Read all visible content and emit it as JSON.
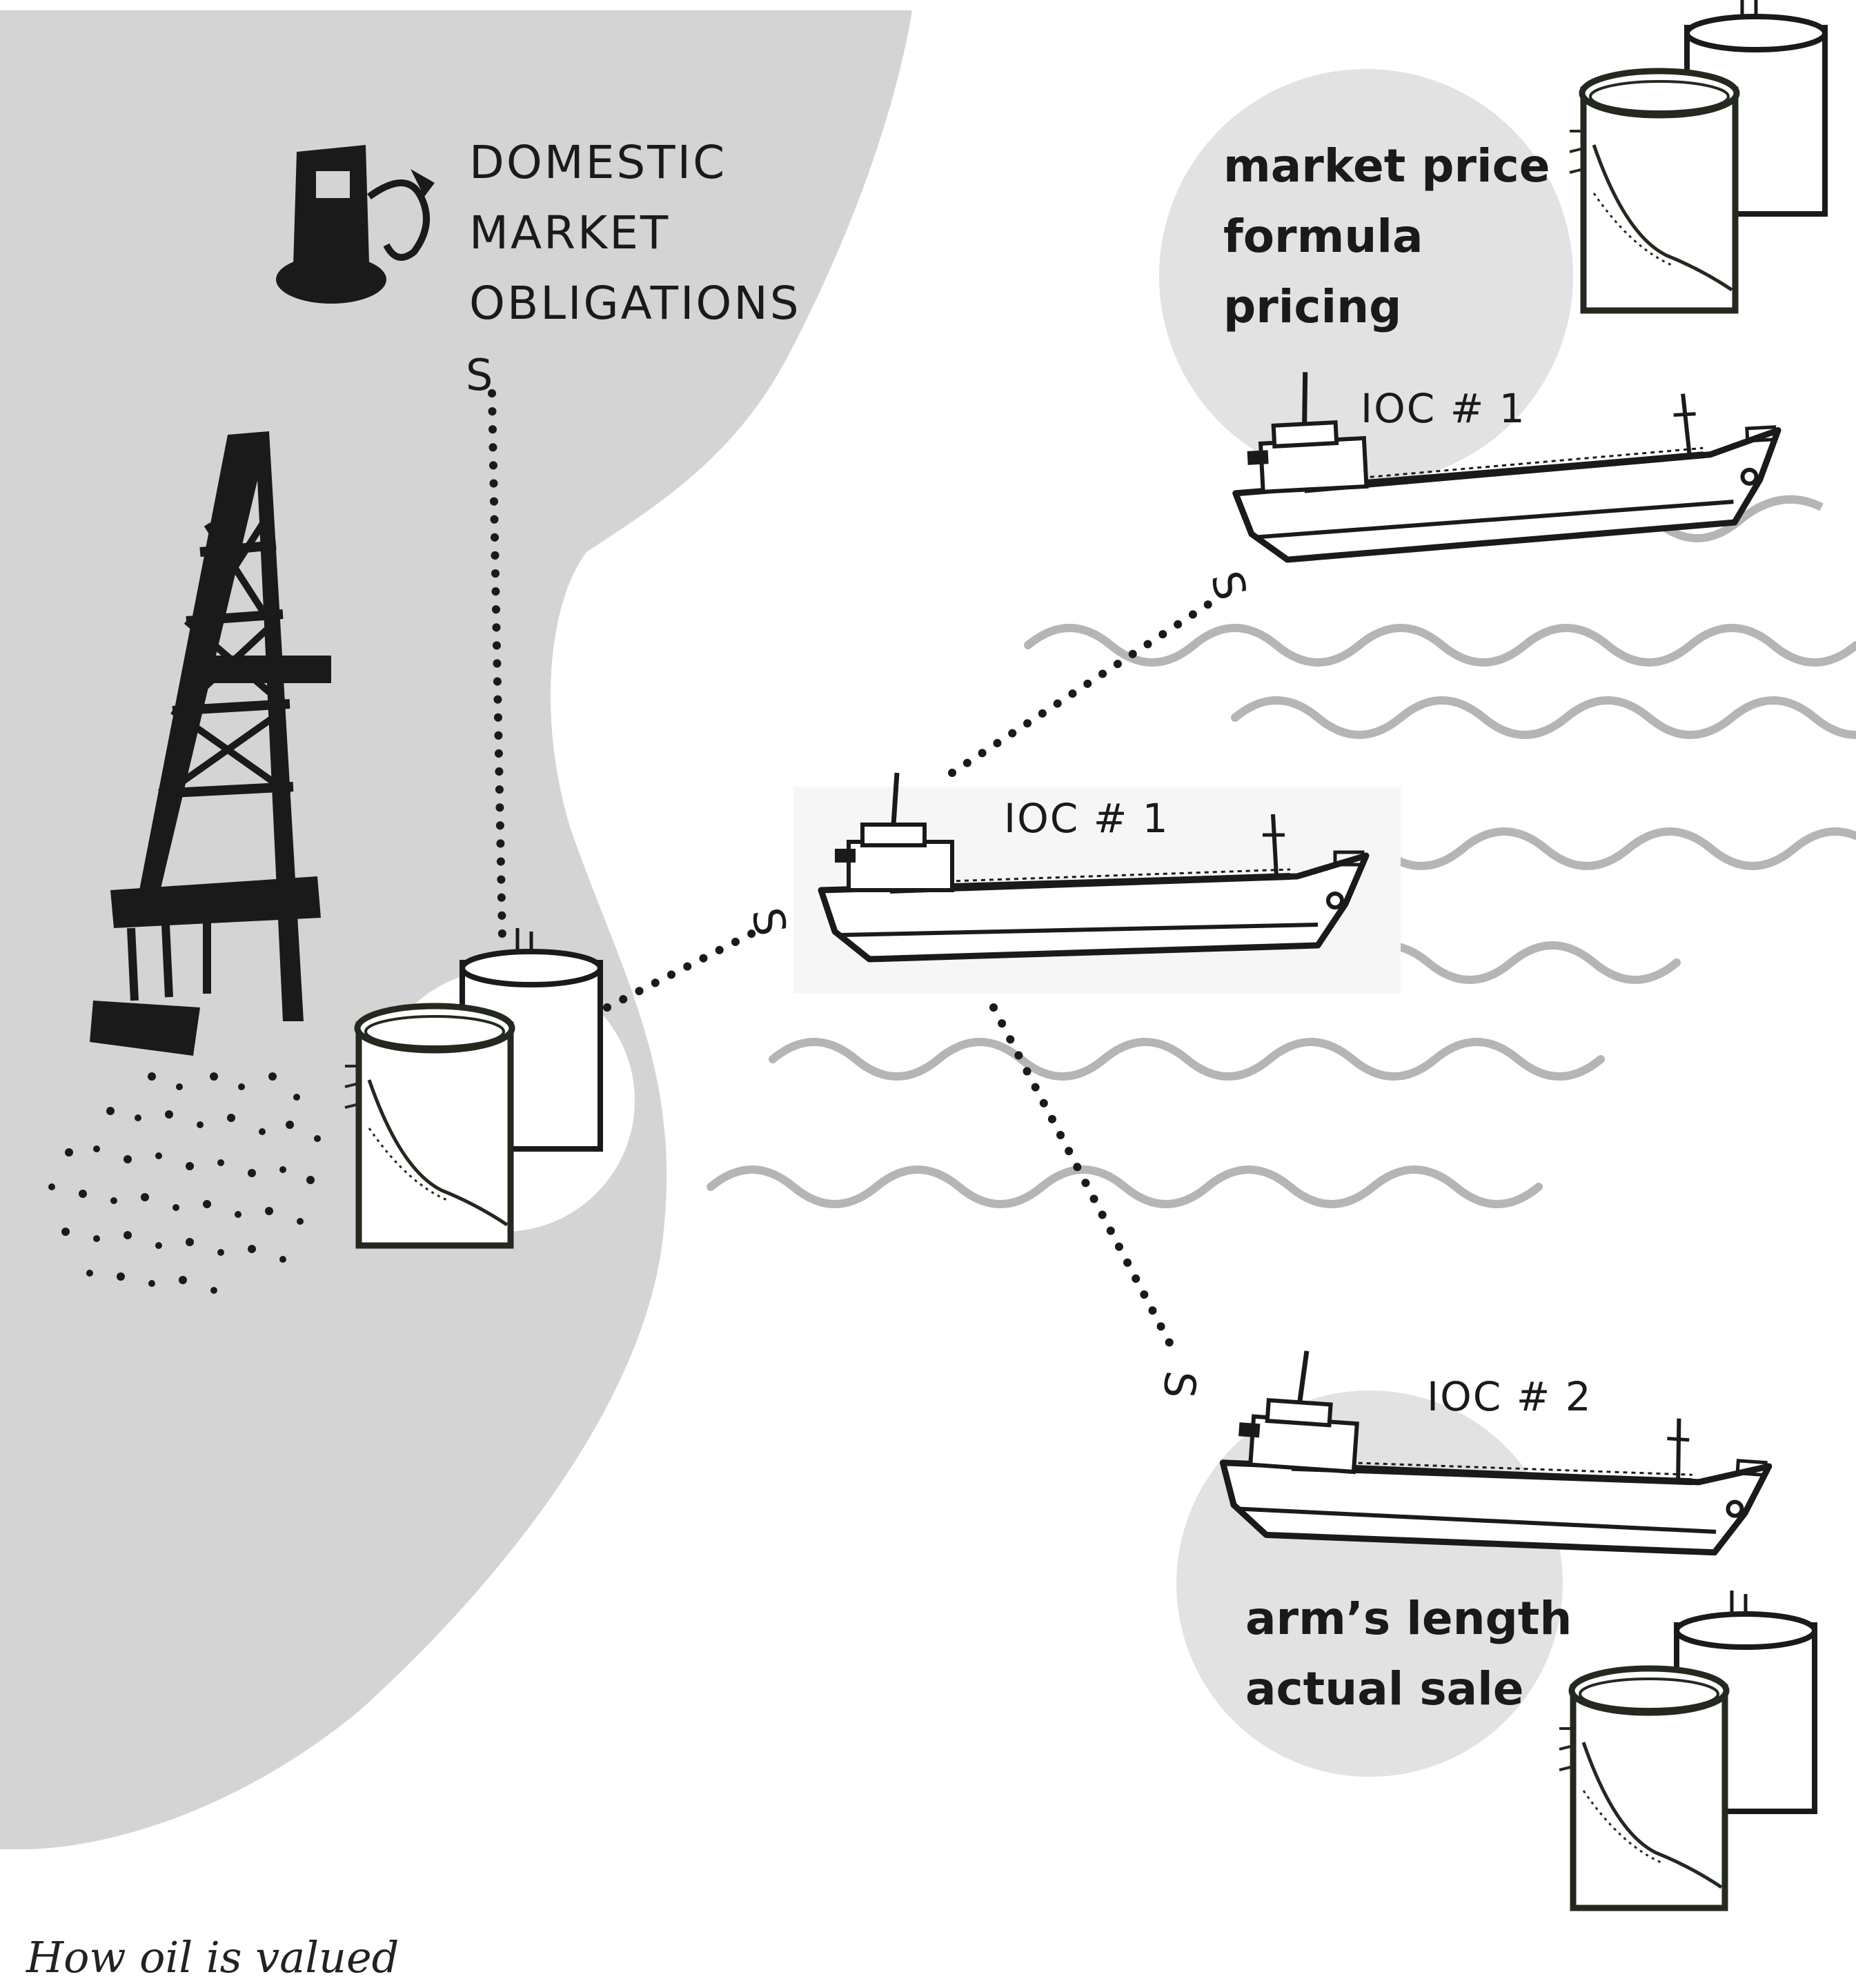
{
  "domestic": {
    "line1": "DOMESTIC",
    "line2": "MARKET",
    "line3": "OBLIGATIONS"
  },
  "top_bubble": {
    "line1": "market price",
    "line2": "formula",
    "line3": "pricing"
  },
  "bottom_bubble": {
    "line1": "arm’s length",
    "line2": "actual sale"
  },
  "ships": {
    "top": "IOC # 1",
    "middle": "IOC # 1",
    "bottom": "IOC # 2"
  },
  "sale_marker": "S",
  "caption": "How oil is valued",
  "colors": {
    "land": "#d4d4d4",
    "bubble": "#e2e2e2",
    "wave": "#b5b5b5",
    "ink": "#1a1a1a"
  },
  "icons": [
    "oil-rig-icon",
    "fuel-pump-icon",
    "storage-tanks-icon",
    "tanker-ship-icon"
  ]
}
